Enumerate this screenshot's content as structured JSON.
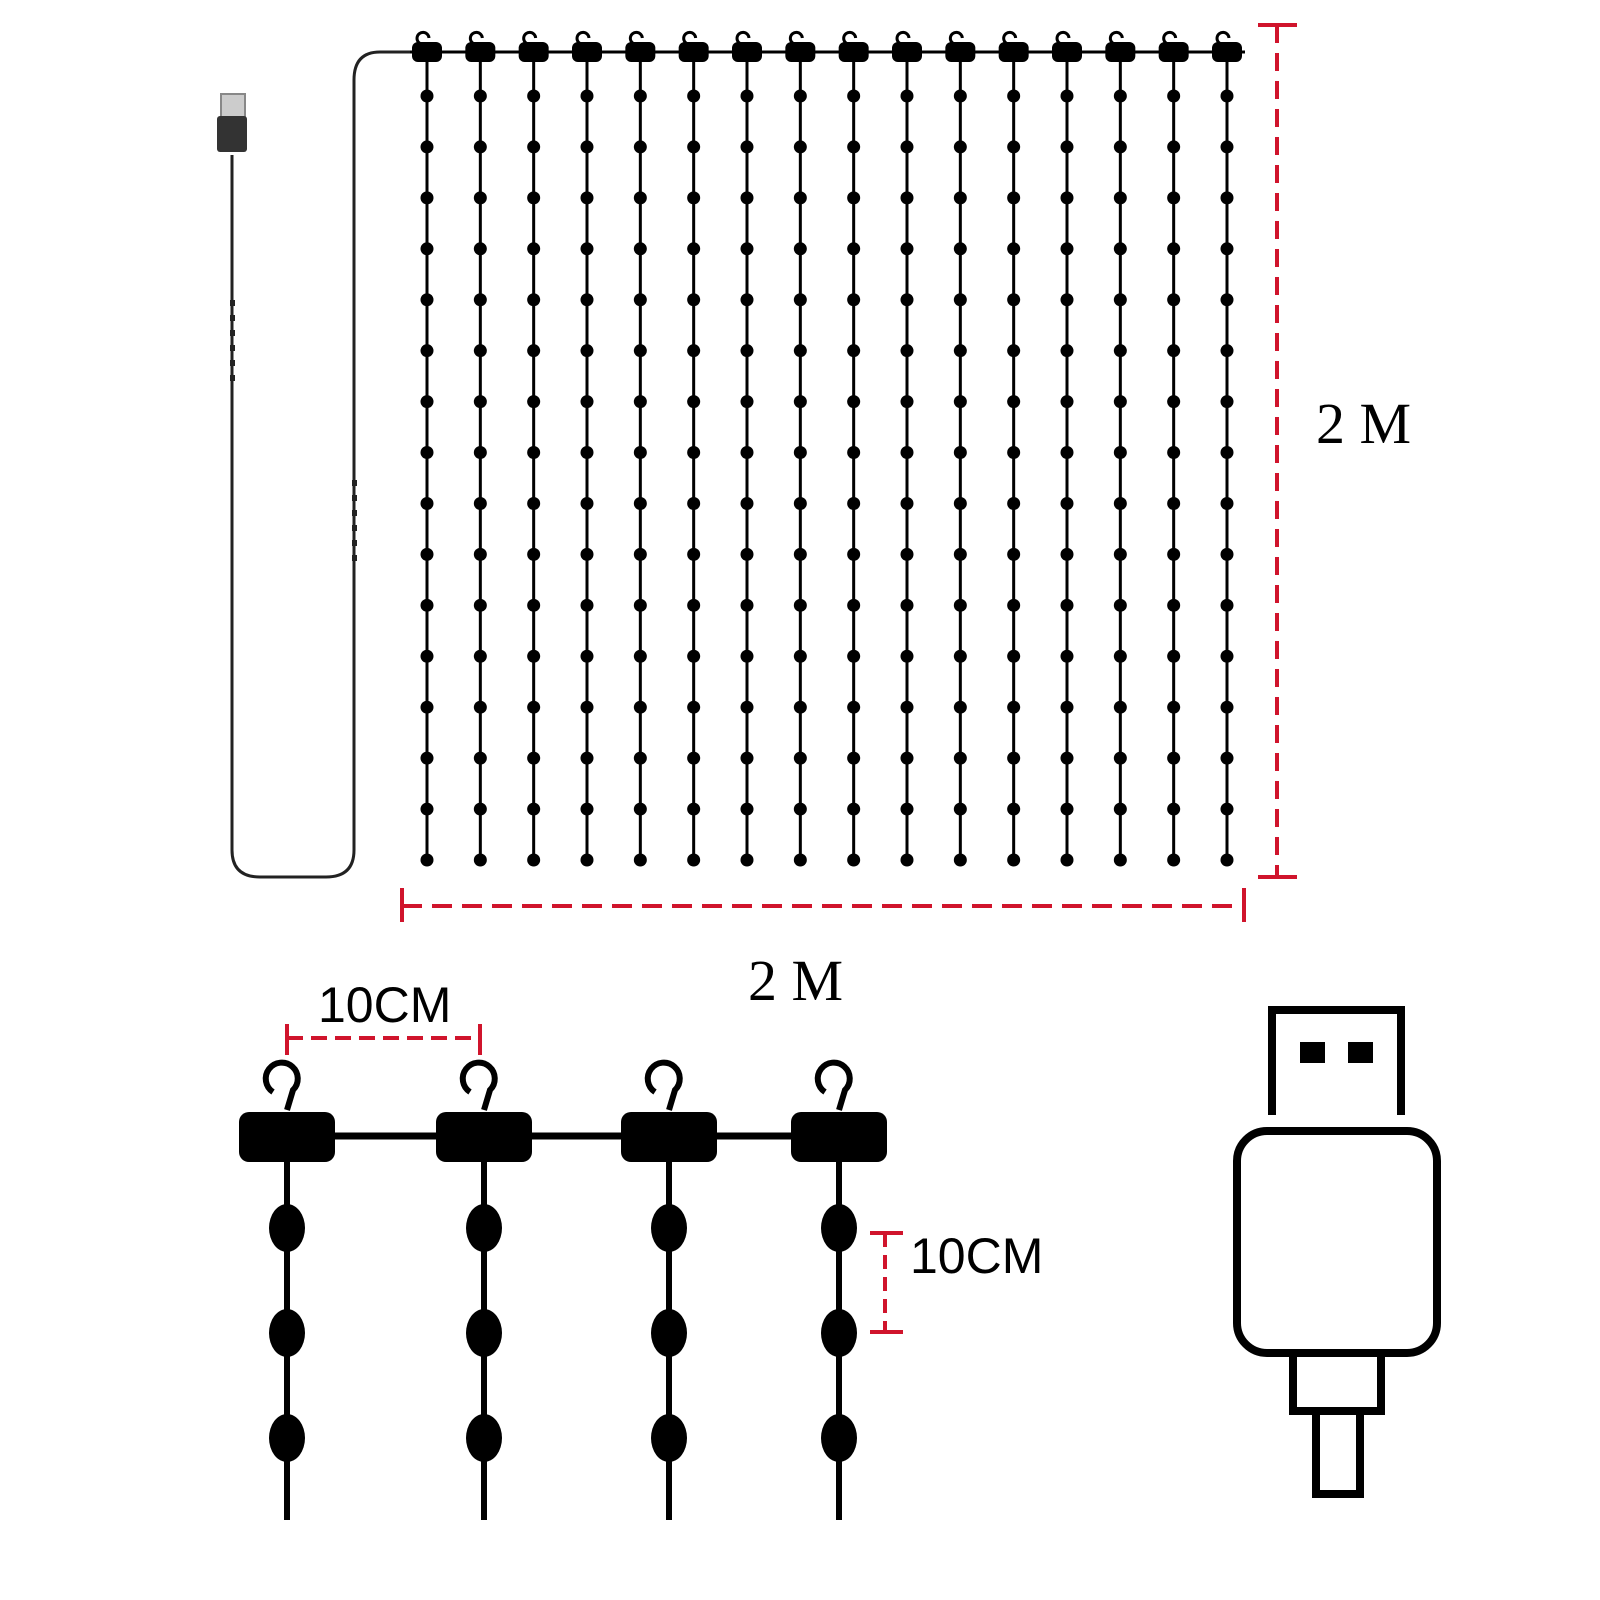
{
  "dimensions": {
    "width_label": "2 M",
    "height_label": "2 M"
  },
  "detail": {
    "hook_spacing_label": "10CM",
    "bead_spacing_label": "10CM"
  },
  "curtain": {
    "strands": 16,
    "beads_per_strand": 16
  },
  "colors": {
    "dimension_line": "#d0142c",
    "drawing": "#000000"
  },
  "icons": [
    "usb-plug-icon",
    "hook-icon",
    "led-bead-icon"
  ]
}
